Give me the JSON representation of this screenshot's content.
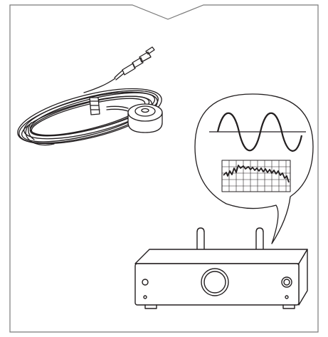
{
  "colors": {
    "ink": "#231f20",
    "background": "#ffffff",
    "page_border": "#7a7a7a"
  },
  "figure": {
    "items": [
      {
        "id": "microphone",
        "icon": "measurement-microphone-icon"
      },
      {
        "id": "receiver",
        "icon": "network-receiver-icon"
      },
      {
        "id": "bubble",
        "icon": "speech-bubble-icon"
      }
    ]
  }
}
